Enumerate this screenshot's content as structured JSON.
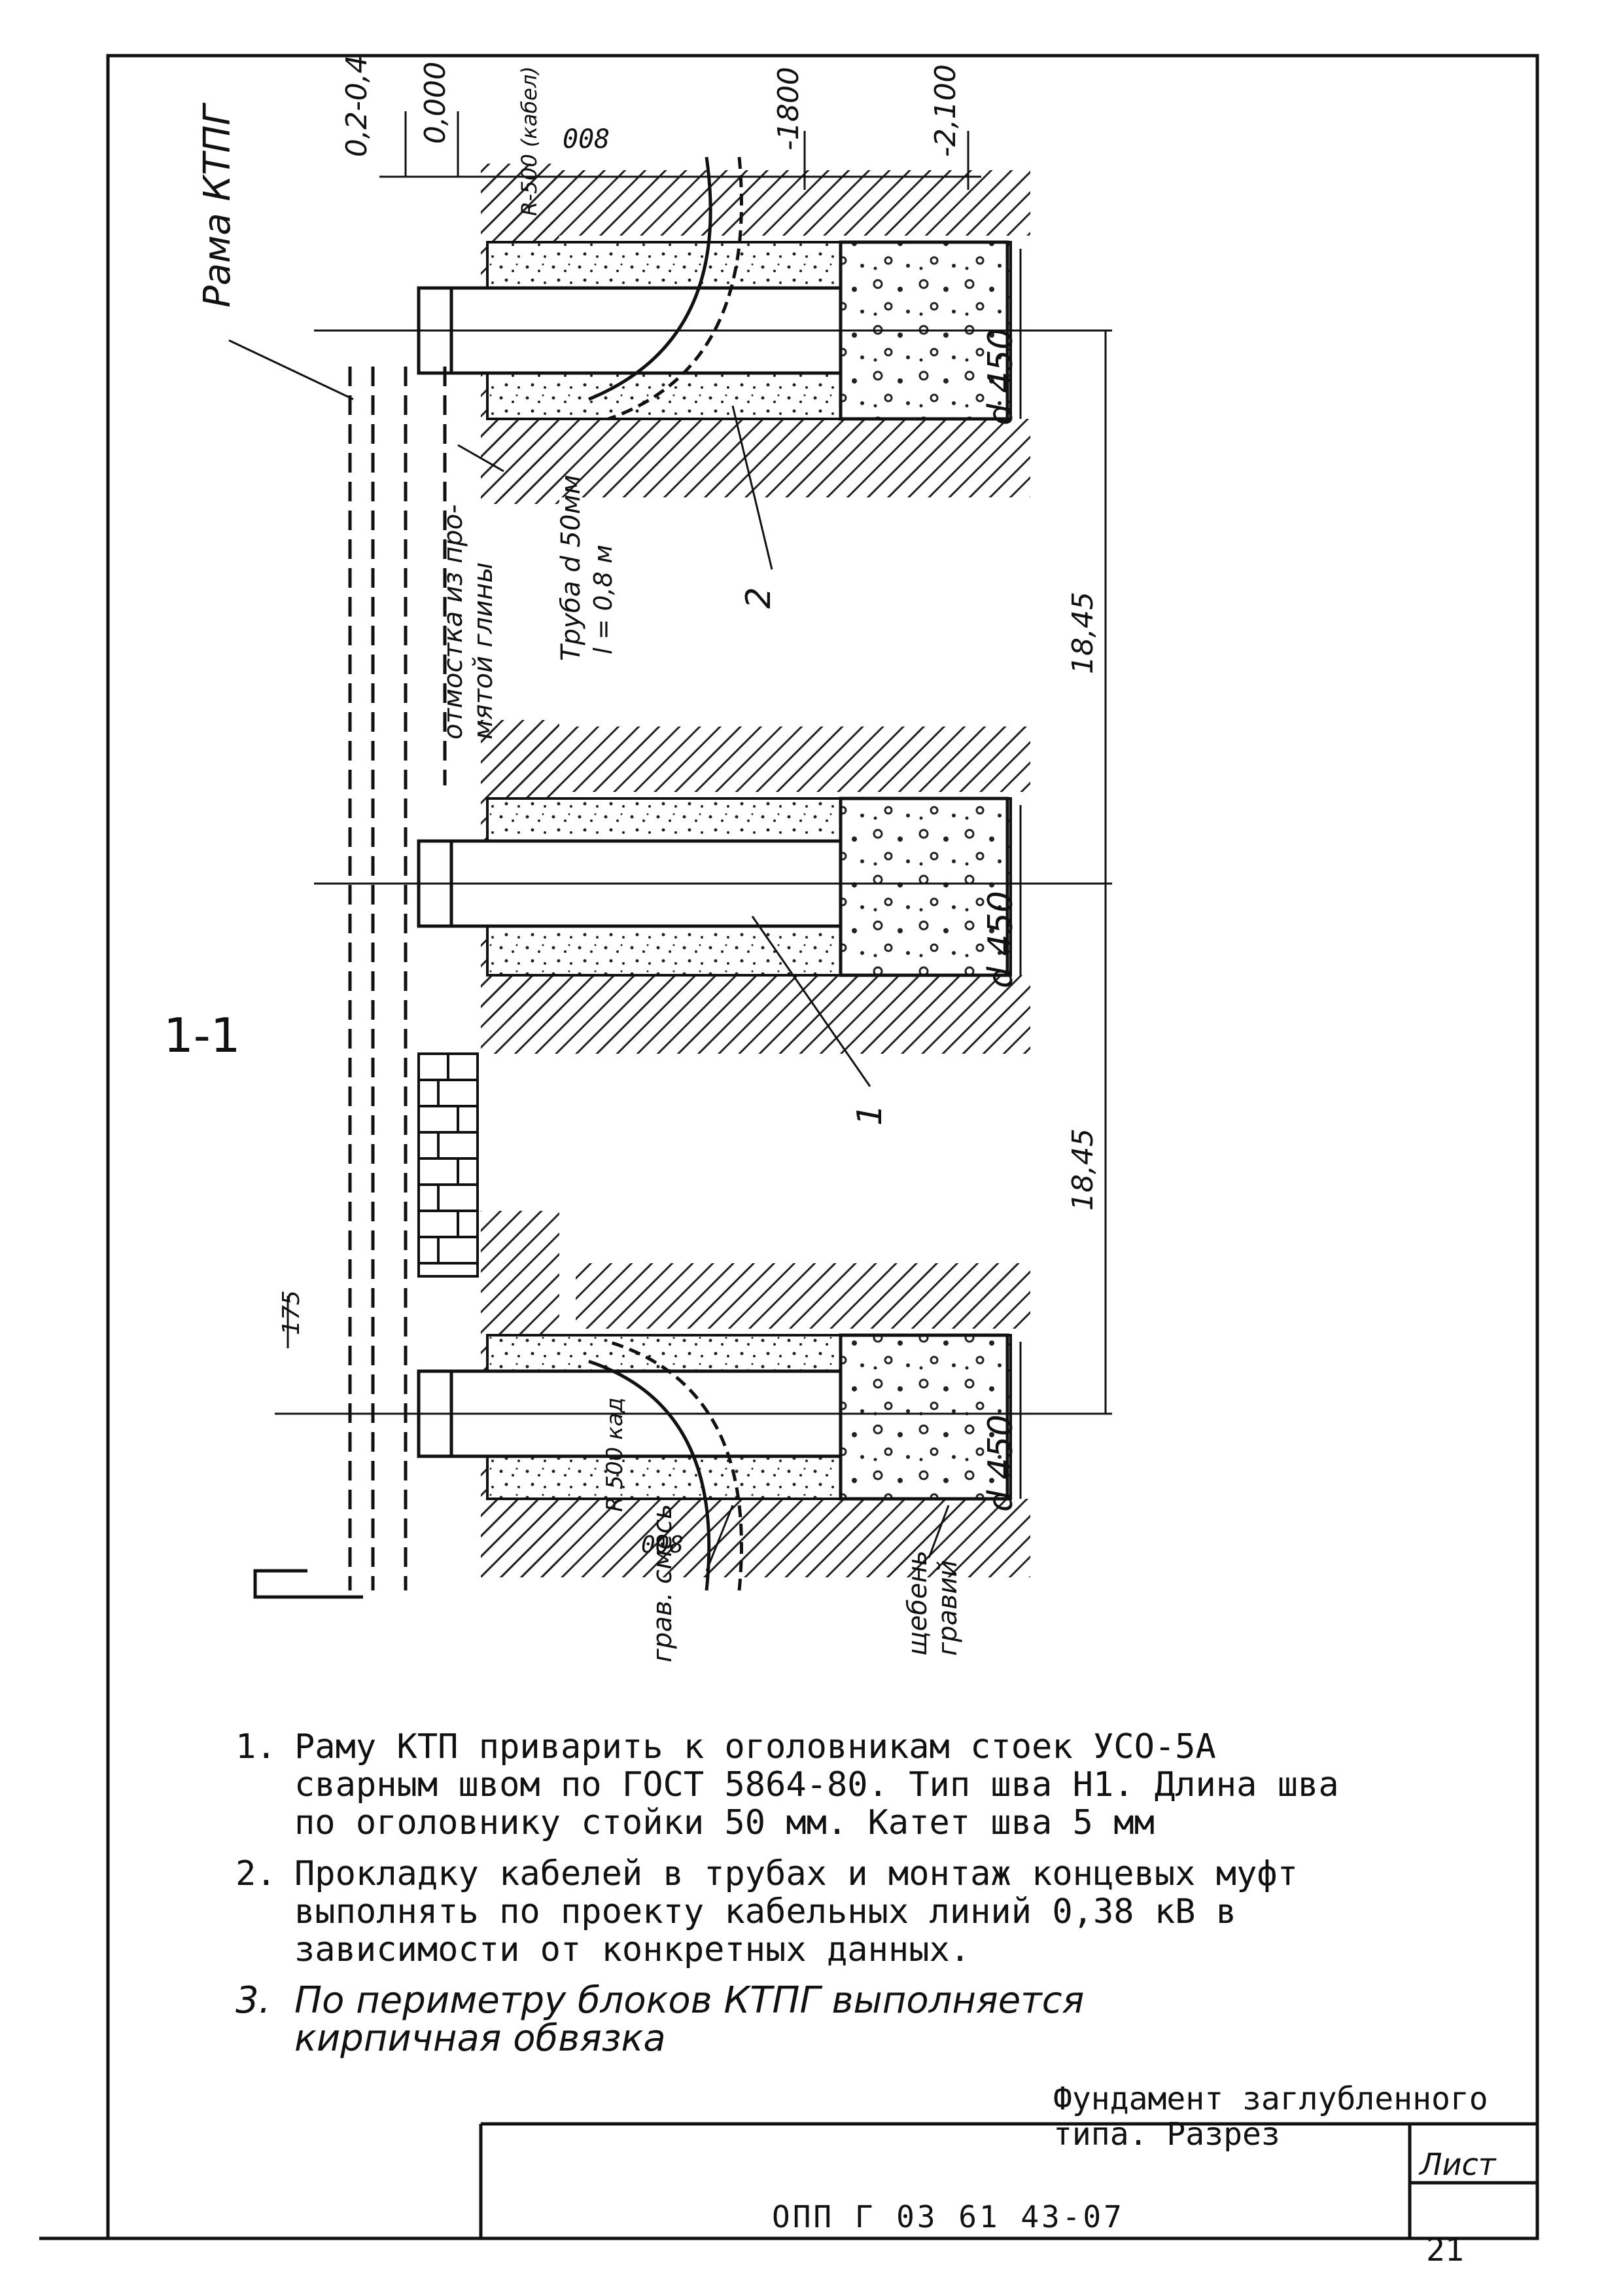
{
  "drawing": {
    "section_label": "1-1",
    "frame_label": "Рама КТПГ",
    "levels": [
      "0,2-0,4",
      "0,000",
      "-1800",
      "-2,100"
    ],
    "pipe_bend_top": "R-500 (кабел)",
    "pipe_bend_bottom": "R 500 кад",
    "dim_800_top": "008",
    "dim_800_bottom": "008",
    "pipe_label": "Труба d 50мм",
    "pipe_length": "l = 0,8 м",
    "blind_area": "отмостка из про- мятой глины",
    "callout_1": "1",
    "callout_2": "2",
    "diameters": [
      "d 450",
      "d 450",
      "d 450"
    ],
    "spacings": [
      "18,45",
      "18,45"
    ],
    "dim_175": "175",
    "gravel_label": "щебень гравий",
    "mix_label": "грав. смесь"
  },
  "notes": [
    {
      "num": "1.",
      "text": "Раму КТП приварить к оголовникам стоек УСО-5А сварным швом по ГОСТ 5864-80. Тип шва Н1. Длина шва по оголовнику стойки 50 мм. Катет шва 5 мм"
    },
    {
      "num": "2.",
      "text": "Прокладку кабелей в трубах и монтаж концевых муфт выполнять по проекту кабельных линий 0,38 кВ в зависимости от конкретных данных."
    },
    {
      "num": "3.",
      "text": "По периметру блоков КТПГ выполняется кирпичная обвязка"
    }
  ],
  "title_block": {
    "caption": "Фундамент заглубленного типа. Разрез",
    "code": "ОПП Г 03 61 43-07",
    "sheet_label": "Лист",
    "sheet_number": "21"
  }
}
